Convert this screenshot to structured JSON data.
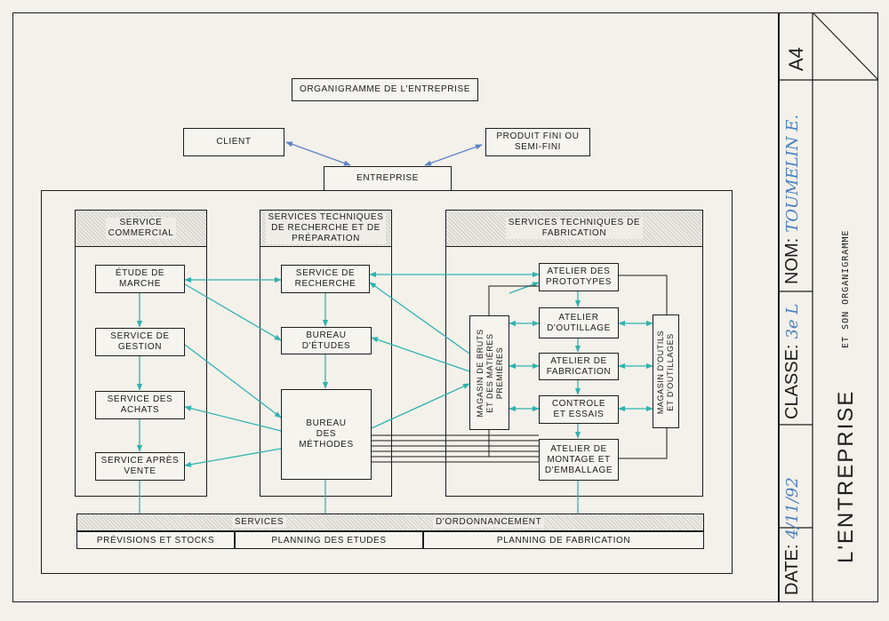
{
  "title": "ORGANIGRAMME DE L'ENTREPRISE",
  "client": "CLIENT",
  "product": "PRODUIT FINI OU\nSEMI-FINI",
  "entreprise": "ENTREPRISE",
  "columns": {
    "commercial": "SERVICE\nCOMMERCIAL",
    "technique": "SERVICES TECHNIQUES\nDE RECHERCHE ET DE\nPRÉPARATION",
    "fabrication": "SERVICES TECHNIQUES DE\nFABRICATION"
  },
  "commercial_boxes": {
    "etude": "ÉTUDE DE\nMARCHE",
    "gestion": "SERVICE DE\nGESTION",
    "achats": "SERVICE DES\nACHATS",
    "apres_vente": "SERVICE APRÈS\nVENTE"
  },
  "technique_boxes": {
    "recherche": "SERVICE DE\nRECHERCHE",
    "etudes": "BUREAU\nD'ÉTUDES",
    "methodes": "BUREAU\nDES\nMÉTHODES"
  },
  "fabrication_boxes": {
    "magasin_bruts": "MAGASIN DE BRUTS\nET DES MATIÈRES\nPREMIÈRES",
    "prototypes": "ATELIER DES\nPROTOTYPES",
    "outillage": "ATELIER\nD'OUTILLAGE",
    "atelier_fab": "ATELIER DE\nFABRICATION",
    "controle": "CONTROLE\nET ESSAIS",
    "montage": "ATELIER DE\nMONTAGE ET\nD'EMBALLAGE",
    "magasin_outils": "MAGASIN D'OUTILS\nET D'OUTILLAGES"
  },
  "ordonnancement": {
    "left": "SERVICES",
    "right": "D'ORDONNANCEMENT",
    "cells": [
      "PRÉVISIONS ET STOCKS",
      "PLANNING DES ETUDES",
      "PLANNING DE FABRICATION"
    ]
  },
  "cartouche": {
    "code": "A4",
    "nom_label": "NOM:",
    "nom_value": "TOUMELIN E.",
    "classe_label": "CLASSE:",
    "classe_value": "3e L",
    "date_label": "DATE:",
    "date_value": "4/11/92",
    "title": "L'ENTREPRISE",
    "subtitle": "ET SON ORGANIGRAMME"
  },
  "colors": {
    "ink": "#1c1c1c",
    "teal": "#2fb3b0",
    "blue": "#5a82c8",
    "handwriting": "#4a7fc0"
  }
}
